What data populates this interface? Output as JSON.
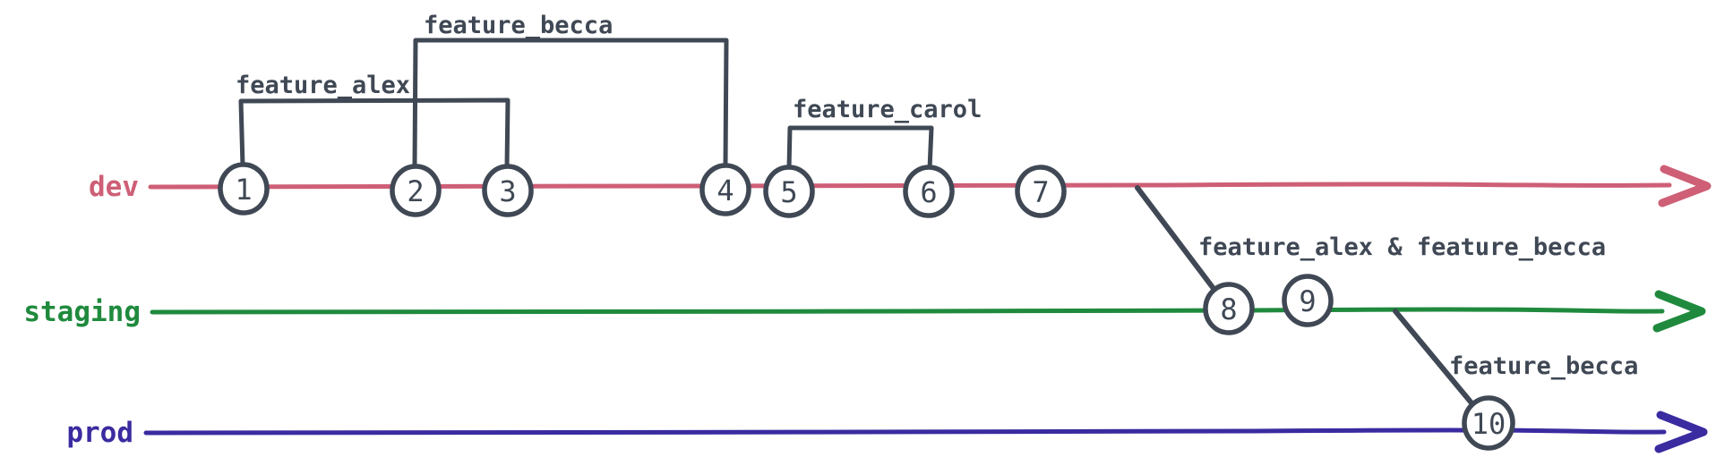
{
  "colors": {
    "ink": "#3f4854",
    "background": "#ffffff",
    "dev": "#ce5f76",
    "staging": "#1f8a3d",
    "prod": "#3a2ba0"
  },
  "diagram": {
    "branches": [
      {
        "name": "dev",
        "color": "#ce5f76"
      },
      {
        "name": "staging",
        "color": "#1f8a3d"
      },
      {
        "name": "prod",
        "color": "#3a2ba0"
      }
    ],
    "commits": [
      {
        "id": "1",
        "branch": "dev"
      },
      {
        "id": "2",
        "branch": "dev"
      },
      {
        "id": "3",
        "branch": "dev"
      },
      {
        "id": "4",
        "branch": "dev"
      },
      {
        "id": "5",
        "branch": "dev"
      },
      {
        "id": "6",
        "branch": "dev"
      },
      {
        "id": "7",
        "branch": "dev"
      },
      {
        "id": "8",
        "branch": "staging"
      },
      {
        "id": "9",
        "branch": "staging"
      },
      {
        "id": "10",
        "branch": "prod"
      }
    ],
    "annotations": {
      "feature_alex": "feature_alex",
      "feature_becca": "feature_becca",
      "feature_carol": "feature_carol",
      "merge_to_staging": "feature_alex & feature_becca",
      "merge_to_prod": "feature_becca"
    }
  }
}
